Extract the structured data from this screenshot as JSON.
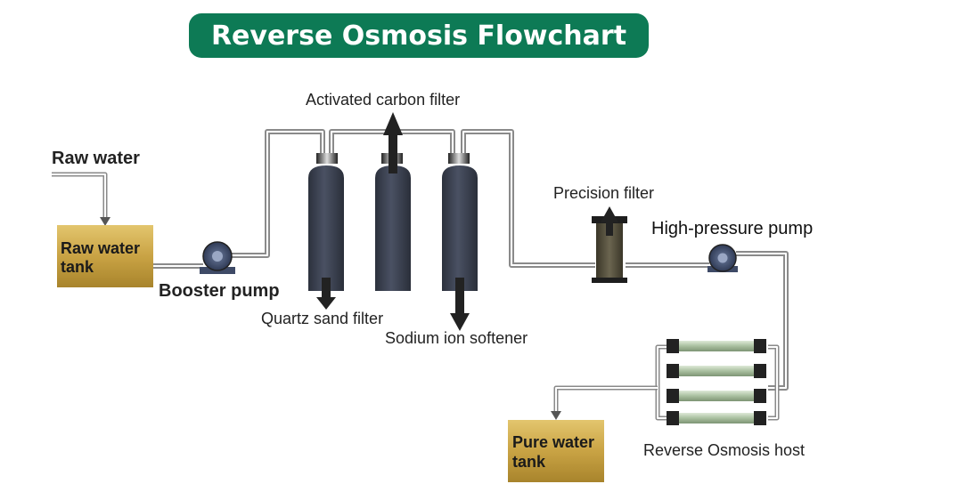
{
  "title": "Reverse Osmosis Flowchart",
  "labels": {
    "raw_water": "Raw water",
    "raw_water_tank_line1": "Raw water",
    "raw_water_tank_line2": "tank",
    "booster_pump": "Booster pump",
    "activated_carbon_filter": "Activated carbon filter",
    "quartz_sand_filter": "Quartz sand filter",
    "sodium_ion_softener": "Sodium ion softener",
    "precision_filter": "Precision filter",
    "high_pressure_pump": "High-pressure pump",
    "reverse_osmosis_host": "Reverse Osmosis host",
    "pure_water_tank_line1": "Pure water",
    "pure_water_tank_line2": "tank"
  },
  "colors": {
    "title_bg": "#0d7a55",
    "tank": "#c9a344",
    "filter_body": "#3b4150",
    "pipe": "#8a8a8a",
    "pump": "#3e4a66",
    "membrane": "#b7c9b0"
  }
}
